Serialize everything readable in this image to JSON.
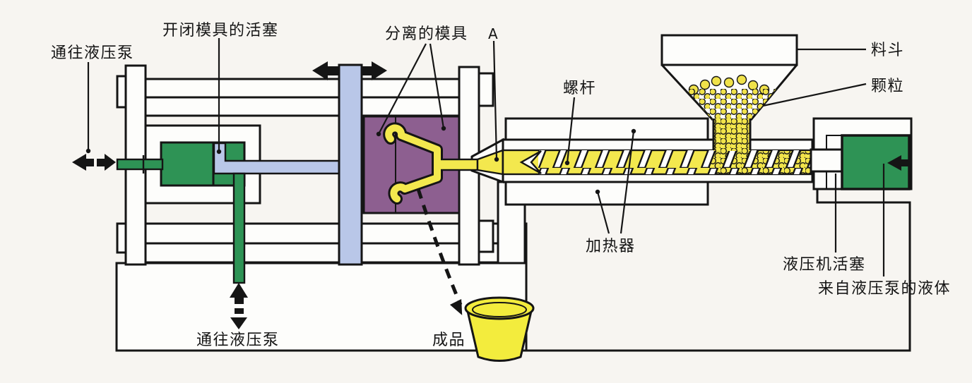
{
  "diagram": {
    "type": "injection-molding-machine-schematic",
    "labels": {
      "to_pump_top": "通往液压泵",
      "clamp_piston": "开闭模具的活塞",
      "separated_mold": "分离的模具",
      "section_a": "A",
      "screw": "螺杆",
      "hopper": "料斗",
      "pellets": "颗粒",
      "heater": "加热器",
      "injection_piston": "液压机活塞",
      "fluid_from_pump": "来自液压泵的液体",
      "to_pump_bottom": "通往液压泵",
      "finished_product": "成品"
    }
  },
  "colors": {
    "green": "#2e9355",
    "blue": "#b9c7e8",
    "purple": "#8d5f90",
    "yellow": "#f0e24a",
    "melt": "#f3e84e",
    "bucket": "#f3ec3d",
    "line": "#151515",
    "white": "#fdfdfb",
    "bg": "#f7f5f1"
  }
}
